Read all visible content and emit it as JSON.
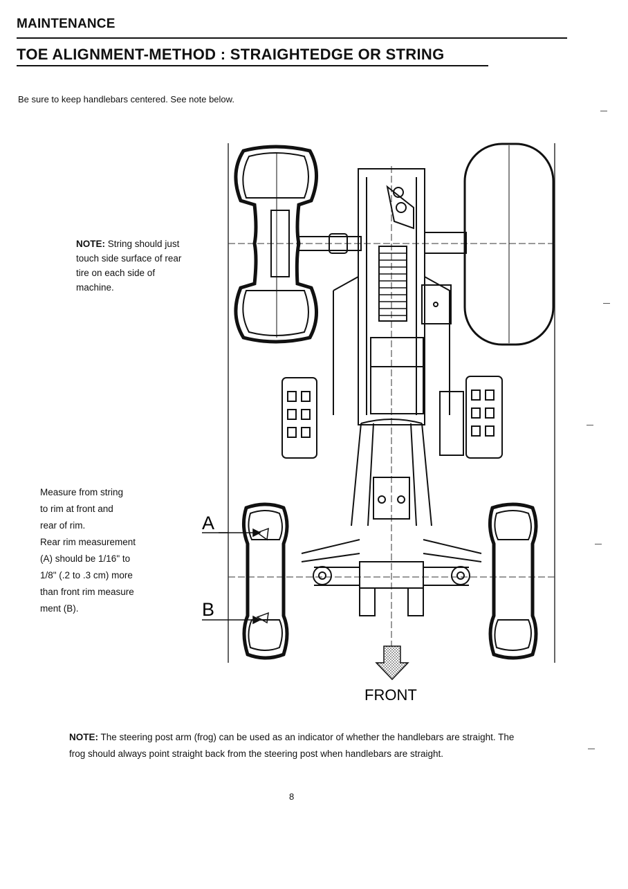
{
  "header": {
    "section": "MAINTENANCE",
    "title": "TOE ALIGNMENT-METHOD : STRAIGHTEDGE OR STRING"
  },
  "intro": "Be sure to keep handlebars centered. See note below.",
  "side_note": {
    "label": "NOTE:",
    "text": "String should just touch side surface of rear tire on each side of machine."
  },
  "measurement": {
    "lines": [
      "Measure from string",
      "to rim at front and",
      "rear of rim.",
      "Rear rim measurement",
      "(A) should be 1/16\" to",
      "1/8\" (.2 to .3 cm) more",
      "than front rim measure",
      "ment (B)."
    ]
  },
  "diagram": {
    "label_a": "A",
    "label_b": "B",
    "front_label": "FRONT"
  },
  "bottom_note": {
    "label": "NOTE:",
    "text": "The steering post arm (frog) can be used as an indicator of whether the handlebars are straight. The frog should always point straight back from the steering post when handlebars are straight."
  },
  "page_number": "8"
}
